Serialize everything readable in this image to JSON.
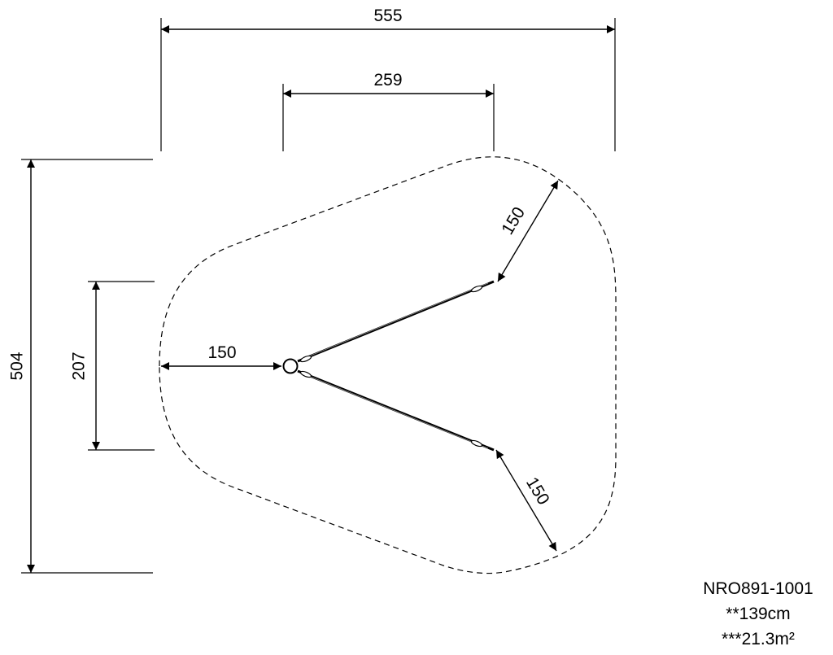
{
  "drawing": {
    "line_color": "#000000",
    "background": "#ffffff",
    "dimensions": {
      "overall_width": "555",
      "inner_width": "259",
      "overall_height": "504",
      "inner_height": "207",
      "left_offset": "150",
      "upper_arm": "150",
      "lower_arm": "150"
    }
  },
  "info": {
    "product_code": "NRO891-1001",
    "free_height": "**139cm",
    "area": "***21.3m²"
  }
}
